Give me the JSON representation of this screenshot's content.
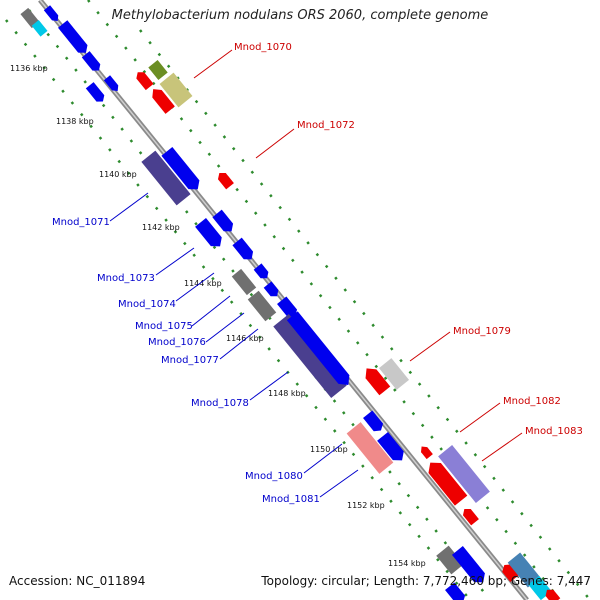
{
  "title": "Methylobacterium nodulans ORS 2060, complete genome",
  "footer": {
    "accession": "Accession: NC_011894",
    "summary": "Topology: circular; Length: 7,772,460 bp; Genes: 7,447"
  },
  "kbp_labels": [
    "1136 kbp",
    "1138 kbp",
    "1140 kbp",
    "1142 kbp",
    "1144 kbp",
    "1146 kbp",
    "1148 kbp",
    "1150 kbp",
    "1152 kbp",
    "1154 kbp"
  ],
  "gene_labels": {
    "mnod_1070": "Mnod_1070",
    "mnod_1071": "Mnod_1071",
    "mnod_1072": "Mnod_1072",
    "mnod_1073": "Mnod_1073",
    "mnod_1074": "Mnod_1074",
    "mnod_1075": "Mnod_1075",
    "mnod_1076": "Mnod_1076",
    "mnod_1077": "Mnod_1077",
    "mnod_1078": "Mnod_1078",
    "mnod_1079": "Mnod_1079",
    "mnod_1080": "Mnod_1080",
    "mnod_1081": "Mnod_1081",
    "mnod_1082": "Mnod_1082",
    "mnod_1083": "Mnod_1083"
  },
  "colors": {
    "backbone": "#8a8a8a",
    "tick": "#2e8b2e",
    "label_blue": "#0000cc",
    "label_red": "#cc0000",
    "gene_blue": "#0000ee",
    "gene_red": "#ee0000",
    "gene_purple": "#4a3f8f",
    "gene_grey": "#707070",
    "gene_pink": "#f08a8a",
    "gene_olive": "#c8c47a",
    "gene_green": "#6b8e23",
    "gene_cyan": "#00c8e8",
    "gene_lilac": "#8a7fd6",
    "gene_steel": "#4682b4"
  }
}
